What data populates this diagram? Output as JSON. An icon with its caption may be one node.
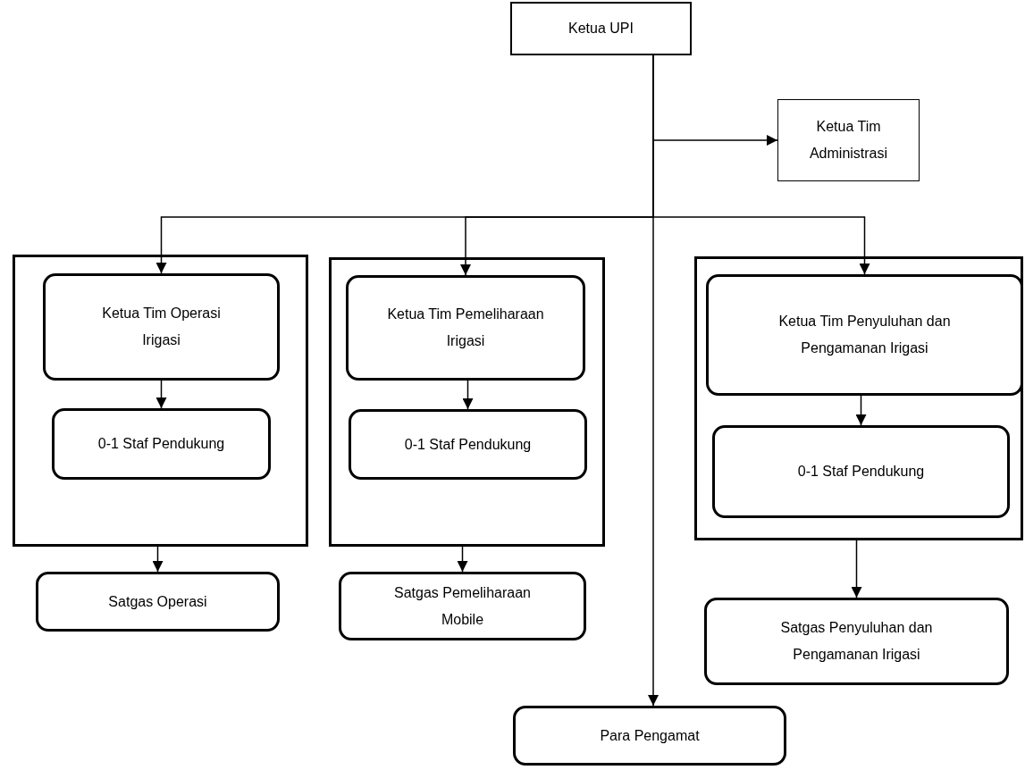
{
  "diagram": {
    "nodes": [
      {
        "text": [
          "Ketua UPI"
        ]
      },
      {
        "text": [
          "Ketua Tim Administrasi"
        ]
      },
      {
        "text": [],
        "shape": "box"
      },
      {
        "text": [
          "Ketua Tim Operasi Irigasi"
        ],
        "in": 2
      },
      {
        "text": [
          "0-1 Staf Pendukung"
        ],
        "in": 2
      },
      {
        "text": [],
        "shape": "box"
      },
      {
        "text": [
          "Ketua Tim Pemeliharaan Irigasi"
        ],
        "in": 5
      },
      {
        "text": [
          "0-1 Staf Pendukung"
        ],
        "in": 5
      },
      {
        "text": [],
        "shape": "box"
      },
      {
        "text": [
          "Ketua Tim Penyuluhan dan Pengamanan Irigasi"
        ],
        "in": 8
      },
      {
        "text": [
          "0-1 Staf Pendukung"
        ],
        "in": 8
      },
      {
        "text": [
          "Satgas Operasi"
        ]
      },
      {
        "text": [
          "Satgas Pemeliharaan Mobile"
        ]
      },
      {
        "text": [
          "Satgas Penyuluhan dan Pengamanan Irigasi"
        ]
      },
      {
        "text": [
          "Para Pengamat"
        ]
      }
    ],
    "edges": [
      {
        "from": 0,
        "to": 1,
        "arrow": "to"
      },
      {
        "from": 0,
        "to": 3,
        "arrow": "to"
      },
      {
        "from": 0,
        "to": 6,
        "arrow": "to"
      },
      {
        "from": 0,
        "to": 9,
        "arrow": "to"
      },
      {
        "from": 0,
        "to": 14,
        "arrow": "to"
      },
      {
        "from": 3,
        "to": 4,
        "arrow": "to"
      },
      {
        "from": 6,
        "to": 7,
        "arrow": "to"
      },
      {
        "from": 9,
        "to": 10,
        "arrow": "to"
      },
      {
        "from": 2,
        "to": 11,
        "arrow": "to"
      },
      {
        "from": 5,
        "to": 12,
        "arrow": "to"
      },
      {
        "from": 8,
        "to": 13,
        "arrow": "to"
      }
    ]
  }
}
